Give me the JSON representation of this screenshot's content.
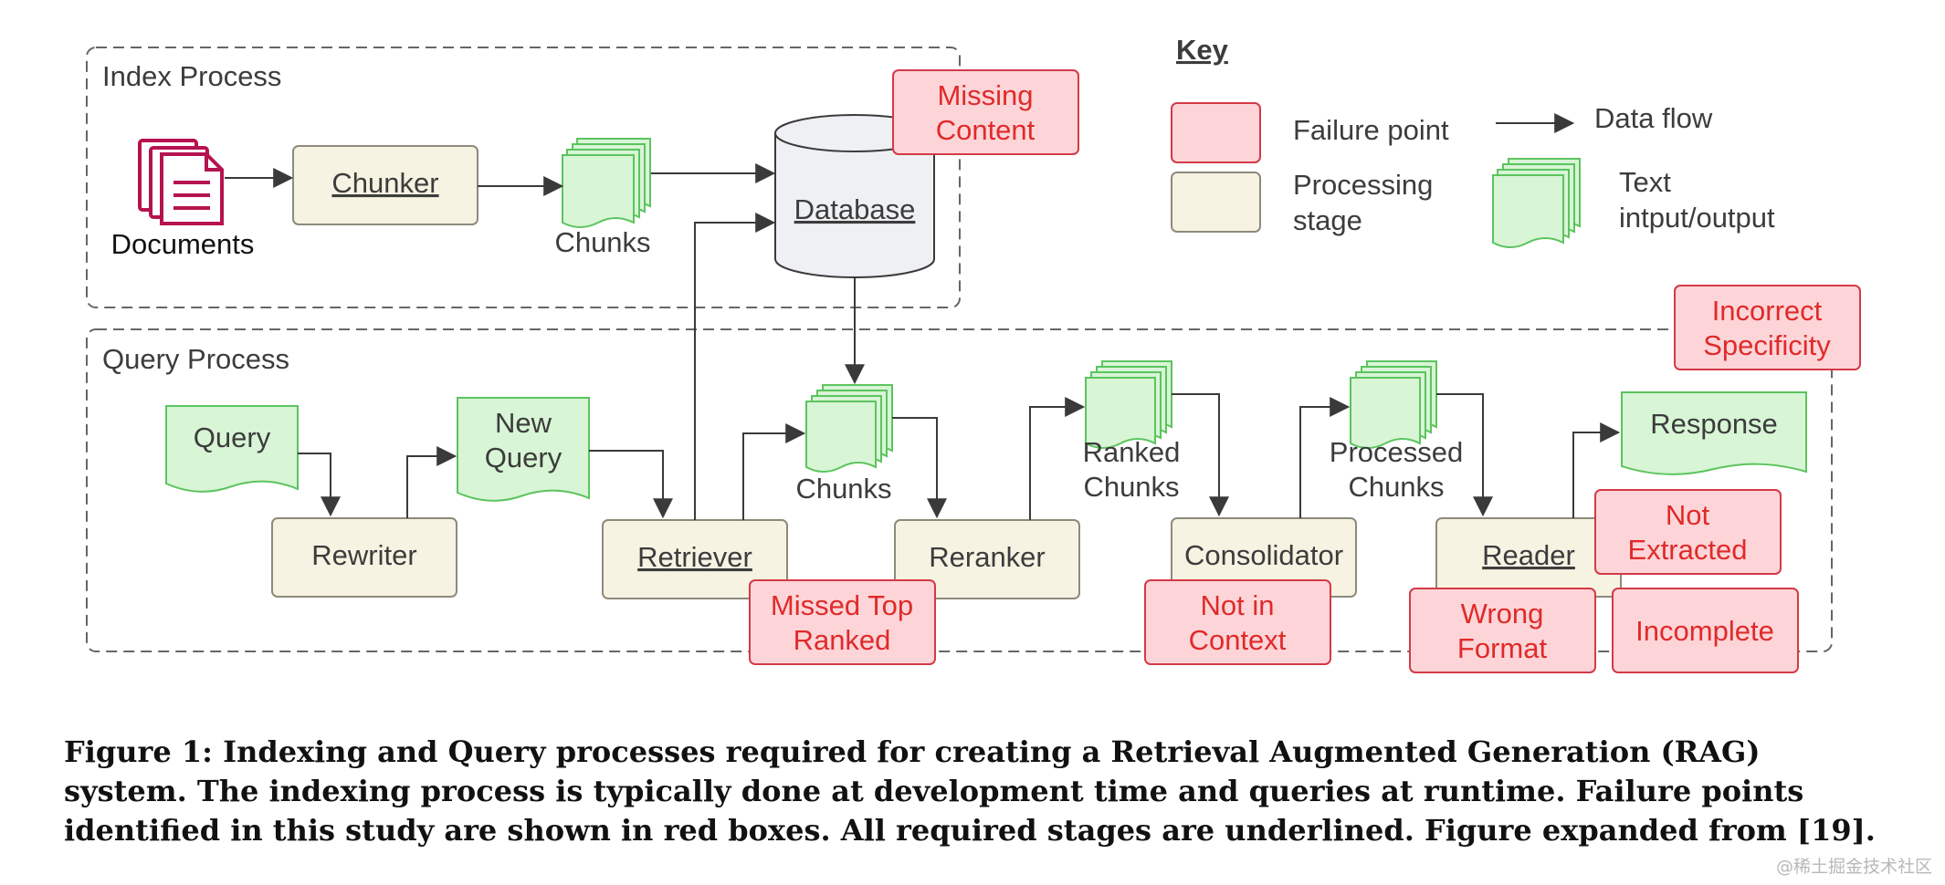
{
  "sections": {
    "index": "Index Process",
    "query": "Query Process"
  },
  "key": {
    "title": "Key",
    "failure_point": "Failure point",
    "processing_stage_line1": "Processing",
    "processing_stage_line2": "stage",
    "data_flow": "Data flow",
    "text_io_line1": "Text",
    "text_io_line2": "intput/output"
  },
  "index": {
    "documents": "Documents",
    "chunker": "Chunker",
    "chunks": "Chunks",
    "database": "Database"
  },
  "query": {
    "query": "Query",
    "rewriter": "Rewriter",
    "new_query_line1": "New",
    "new_query_line2": "Query",
    "retriever": "Retriever",
    "chunks": "Chunks",
    "reranker": "Reranker",
    "ranked_chunks_line1": "Ranked",
    "ranked_chunks_line2": "Chunks",
    "consolidator": "Consolidator",
    "processed_chunks_line1": "Processed",
    "processed_chunks_line2": "Chunks",
    "reader": "Reader",
    "response": "Response"
  },
  "failure_points": {
    "missing_content_line1": "Missing",
    "missing_content_line2": "Content",
    "incorrect_specificity_line1": "Incorrect",
    "incorrect_specificity_line2": "Specificity",
    "missed_top_ranked_line1": "Missed Top",
    "missed_top_ranked_line2": "Ranked",
    "not_in_context_line1": "Not in",
    "not_in_context_line2": "Context",
    "not_extracted_line1": "Not",
    "not_extracted_line2": "Extracted",
    "wrong_format_line1": "Wrong",
    "wrong_format_line2": "Format",
    "incomplete": "Incomplete"
  },
  "caption": "Figure 1: Indexing and Query processes required for creating a Retrieval Augmented Generation (RAG) system. The indexing process is typically done at development time and queries at runtime. Failure points identified in this study are shown in red boxes. All required stages are underlined. Figure expanded from [19].",
  "watermark": "@稀土掘金技术社区",
  "colors": {
    "failure_fill": "#fdd5d8",
    "failure_stroke": "#d33a47",
    "failure_text": "#e02a2a",
    "stage_fill": "#f7f3e3",
    "stage_stroke": "#8d8a7c",
    "text_io_fill": "#d8f5d6",
    "text_io_stroke": "#5cc45e",
    "database_fill": "#eef0f4",
    "document_icon": "#b5134f",
    "arrow": "#3a3a3a",
    "section_border": "#666666",
    "label_text": "#3c3c3c"
  }
}
